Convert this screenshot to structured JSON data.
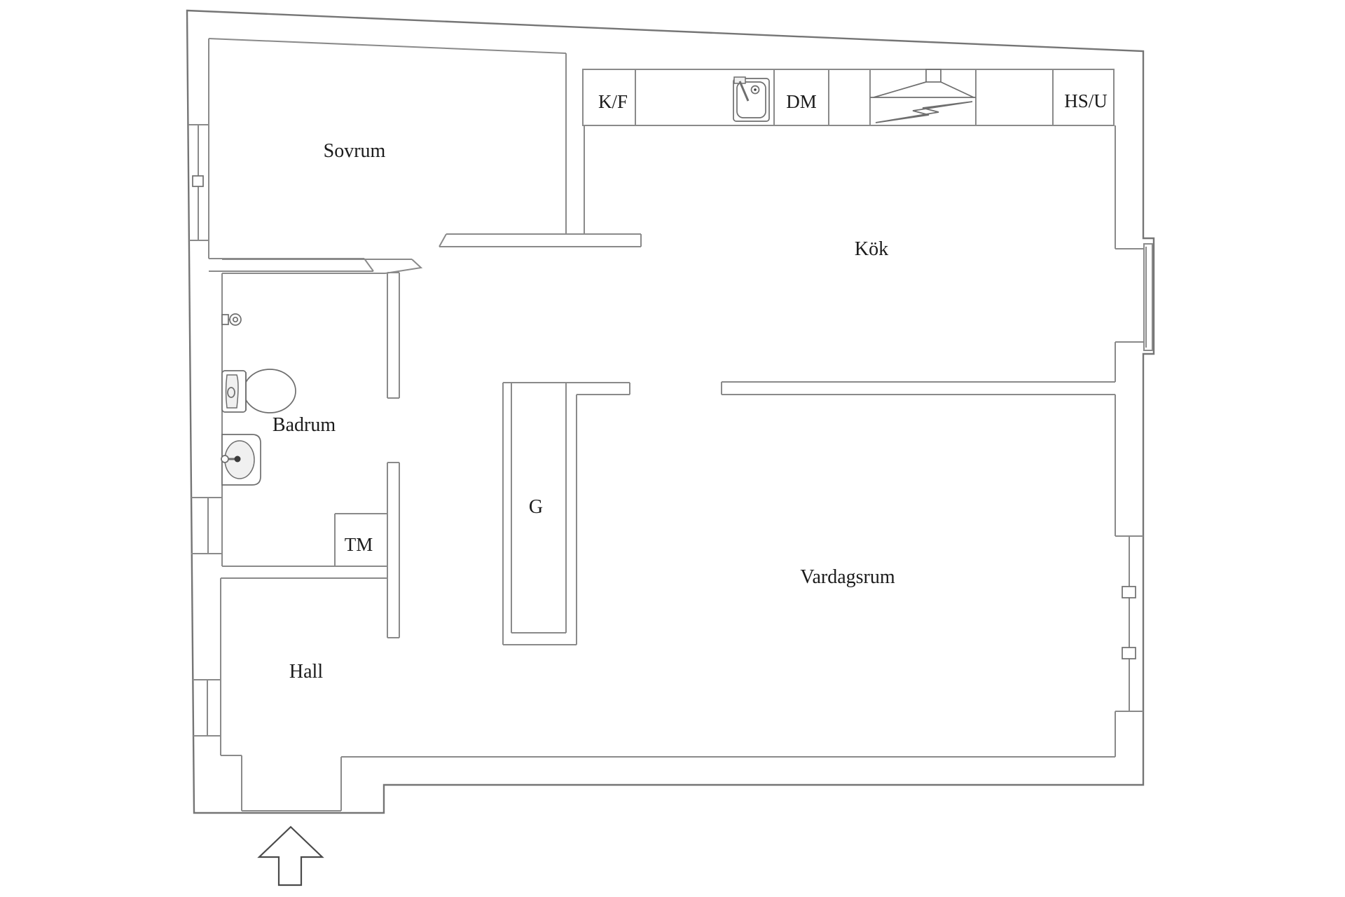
{
  "floor_plan": {
    "background": "#ffffff",
    "colors": {
      "wall_line": "#8a8a8a",
      "outer_wall_line": "#757575",
      "fixture_line": "#6e6e6e",
      "label_text": "#1b1b1b"
    },
    "rooms": {
      "sovrum": "Sovrum",
      "kok": "Kök",
      "badrum": "Badrum",
      "tm": "TM",
      "g": "G",
      "vardagsrum": "Vardagsrum",
      "hall": "Hall"
    },
    "appliances": {
      "kf": "K/F",
      "dm": "DM",
      "hsu": "HS/U"
    },
    "icons": [
      "toilet-icon",
      "bathroom-sink-icon",
      "shower-mixer-icon",
      "kitchen-sink-icon",
      "stove-hood-icon",
      "window-icon",
      "entrance-arrow-icon"
    ]
  }
}
